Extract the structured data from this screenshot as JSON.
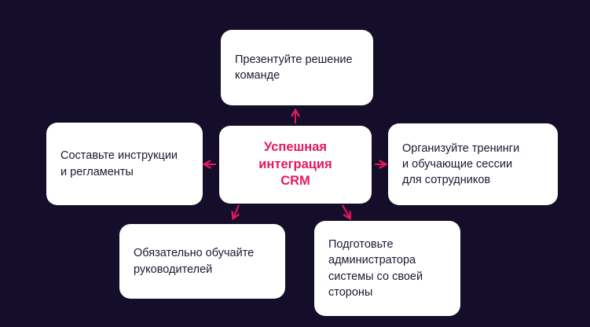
{
  "diagram": {
    "center": {
      "label": "Успешная\nинтеграция\nCRM"
    },
    "nodes": {
      "top": {
        "label": "Презентуйте решение\nкоманде"
      },
      "left": {
        "label": "Составьте инструкции\nи регламенты"
      },
      "right": {
        "label": "Организуйте тренинги\nи обучающие сессии\nдля сотрудников"
      },
      "bottom_left": {
        "label": "Обязательно обучайте\nруководителей"
      },
      "bottom_right": {
        "label": "Подготовьте\nадминистратора\nсистемы со своей\nстороны"
      }
    },
    "colors": {
      "background": "#150e2b",
      "accent": "#e5175f",
      "card_background": "#ffffff",
      "card_text": "#1e1733"
    }
  }
}
